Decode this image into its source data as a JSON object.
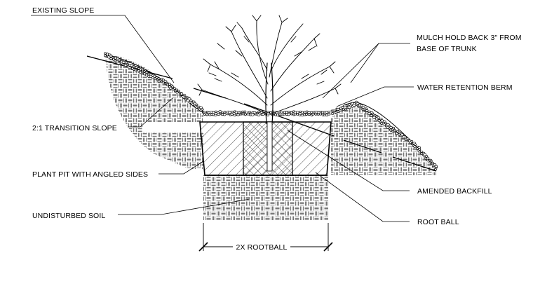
{
  "callouts": {
    "existing_slope": "EXISTING SLOPE",
    "transition_slope": "2:1 TRANSITION SLOPE",
    "plant_pit": "PLANT PIT WITH ANGLED SIDES",
    "undisturbed_soil": "UNDISTURBED SOIL",
    "mulch_line1": "MULCH HOLD BACK 3\" FROM",
    "mulch_line2": "BASE OF TRUNK",
    "water_berm": "WATER RETENTION BERM",
    "amended_backfill": "AMENDED BACKFILL",
    "root_ball": "ROOT BALL"
  },
  "dimension": {
    "label": "2X ROOTBALL"
  },
  "colors": {
    "ink": "#000000",
    "background": "#ffffff"
  }
}
